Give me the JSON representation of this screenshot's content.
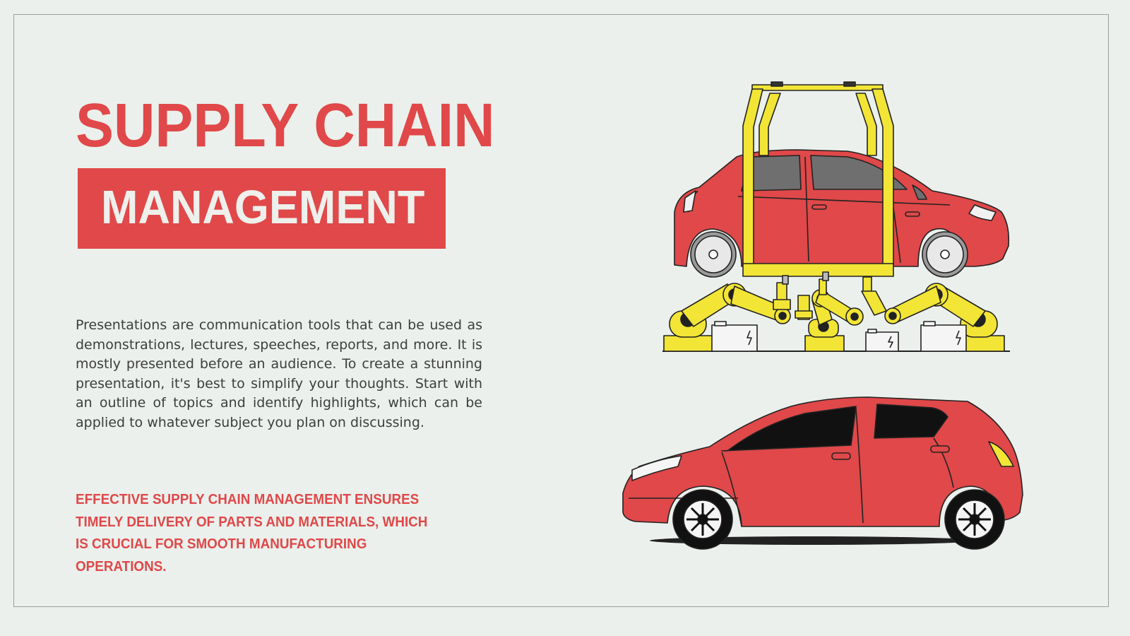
{
  "slide": {
    "title_line1": "SUPPLY CHAIN",
    "title_line2": "MANAGEMENT",
    "body": "Presentations are communication tools that can be used as demonstrations, lectures, speeches, reports, and more. It is mostly presented before an audience. To create a stunning presentation, it's best to simplify your thoughts. Start with an outline of topics and identify highlights, which can be applied to whatever subject you plan on discussing.",
    "highlight": "EFFECTIVE SUPPLY CHAIN MANAGEMENT ENSURES TIMELY DELIVERY OF PARTS AND MATERIALS, WHICH IS CRUCIAL FOR SMOOTH MANUFACTURING OPERATIONS."
  },
  "colors": {
    "background": "#ebf0ec",
    "accent_red": "#e04849",
    "robot_yellow": "#f2e536",
    "body_text": "#3d3d3d"
  },
  "icons": [
    "car-assembly-illustration",
    "robotic-arm-icon",
    "battery-icon",
    "red-car-illustration"
  ]
}
